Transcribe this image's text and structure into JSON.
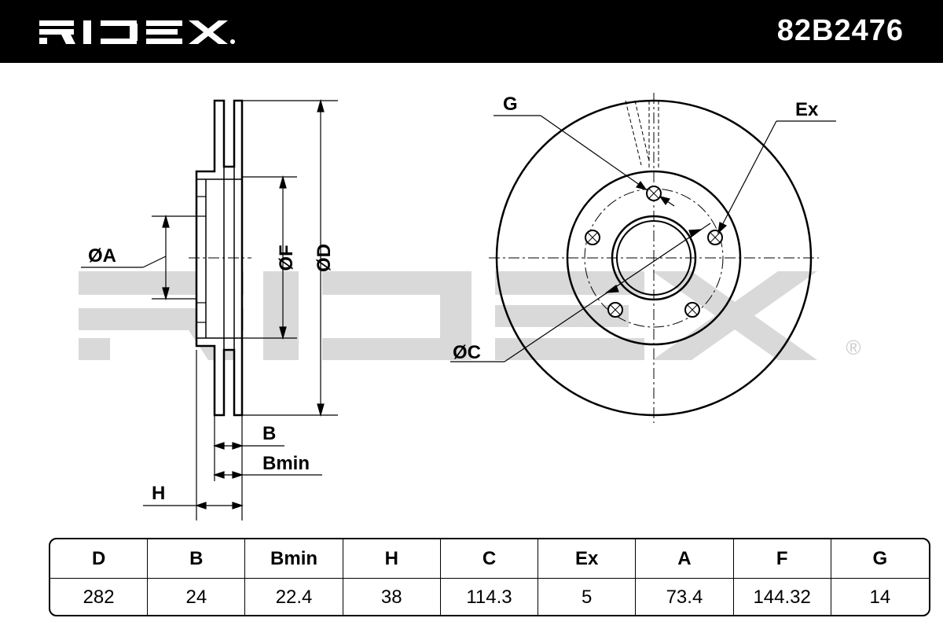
{
  "header": {
    "brand": "RIDEX",
    "part_number": "82B2476"
  },
  "watermark": {
    "text": "RIDEX",
    "registered_mark": "®"
  },
  "drawing": {
    "side_view_labels": {
      "a": "ØA",
      "f": "ØF",
      "d": "ØD",
      "b": "B",
      "bmin": "Bmin",
      "h": "H"
    },
    "front_view_labels": {
      "g": "G",
      "ex": "Ex",
      "c": "ØC"
    },
    "bolt_holes": 5
  },
  "table": {
    "headers": [
      "D",
      "B",
      "Bmin",
      "H",
      "C",
      "Ex",
      "A",
      "F",
      "G"
    ],
    "values": [
      "282",
      "24",
      "22.4",
      "38",
      "114.3",
      "5",
      "73.4",
      "144.32",
      "14"
    ]
  }
}
